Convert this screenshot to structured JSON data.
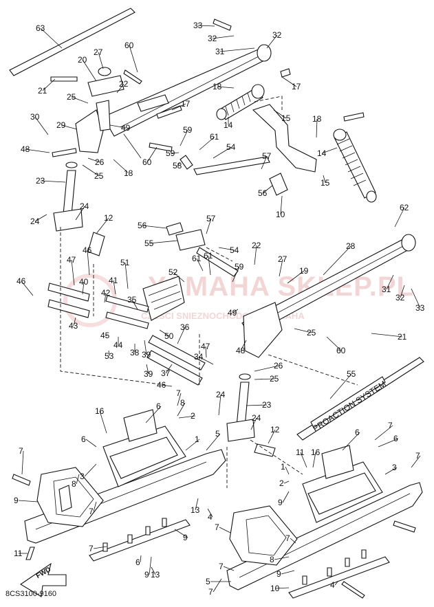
{
  "diagram": {
    "code": "8CS3100-9160",
    "fwd_label": "FWD",
    "pr_label": "PROACTION SYSTEM",
    "callouts": [
      "63",
      "60",
      "27",
      "20",
      "21",
      "25",
      "22",
      "33",
      "32",
      "31",
      "32",
      "18",
      "17",
      "14",
      "17",
      "15",
      "30",
      "29",
      "49",
      "48",
      "26",
      "25",
      "18",
      "60",
      "59",
      "61",
      "59",
      "58",
      "54",
      "57",
      "18",
      "14",
      "15",
      "23",
      "24",
      "24",
      "12",
      "56",
      "55",
      "57",
      "54",
      "61",
      "52",
      "51",
      "47",
      "46",
      "46",
      "40",
      "41",
      "42",
      "43",
      "35",
      "39",
      "45",
      "44",
      "53",
      "38",
      "37",
      "39",
      "46",
      "47",
      "34",
      "36",
      "50",
      "22",
      "27",
      "19",
      "49",
      "59",
      "61",
      "48",
      "26",
      "25",
      "23",
      "24",
      "24",
      "12",
      "25",
      "60",
      "21",
      "28",
      "31",
      "32",
      "33",
      "62",
      "55",
      "56",
      "10",
      "16",
      "6",
      "7",
      "2",
      "6",
      "1",
      "5",
      "7",
      "3",
      "9",
      "7",
      "8",
      "11",
      "13",
      "4",
      "9",
      "7",
      "6",
      "9",
      "8",
      "7",
      "13",
      "11",
      "16",
      "6",
      "7",
      "6",
      "1",
      "7",
      "2",
      "3",
      "7",
      "9",
      "7",
      "8",
      "9",
      "7",
      "5",
      "10",
      "4"
    ]
  }
}
